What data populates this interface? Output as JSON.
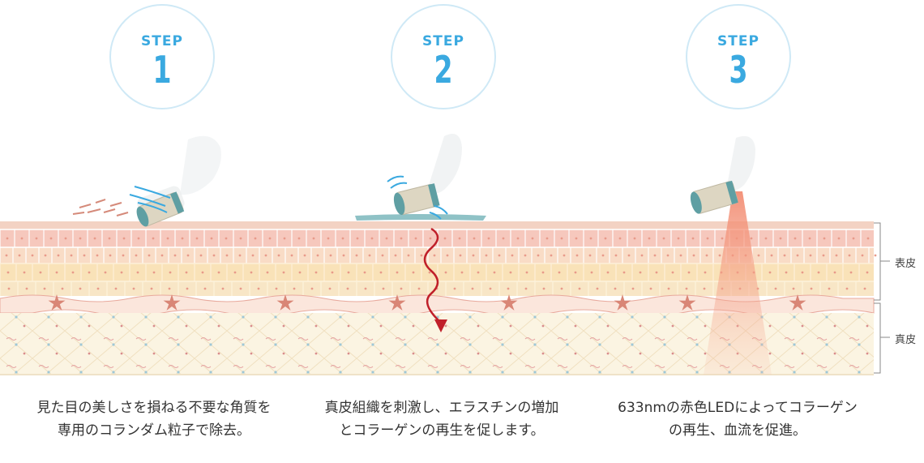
{
  "steps": [
    {
      "label": "STEP",
      "number": "1",
      "description": "見た目の美しさを損ねる不要な角質を専用のコランダム粒子で除去。"
    },
    {
      "label": "STEP",
      "number": "2",
      "description": "真皮組織を刺激し、エラスチンの増加とコラーゲンの再生を促します。"
    },
    {
      "label": "STEP",
      "number": "3",
      "description": "633nmの赤色LEDによってコラーゲンの再生、血流を促進。"
    }
  ],
  "layers": {
    "epidermis": "表皮",
    "dermis": "真皮"
  },
  "colors": {
    "accent": "#3aa9e0",
    "arrow": "#c0202a",
    "led_beam": "#f08a70",
    "device_body": "#dcd6c2",
    "device_tip": "#5f9fa3"
  }
}
